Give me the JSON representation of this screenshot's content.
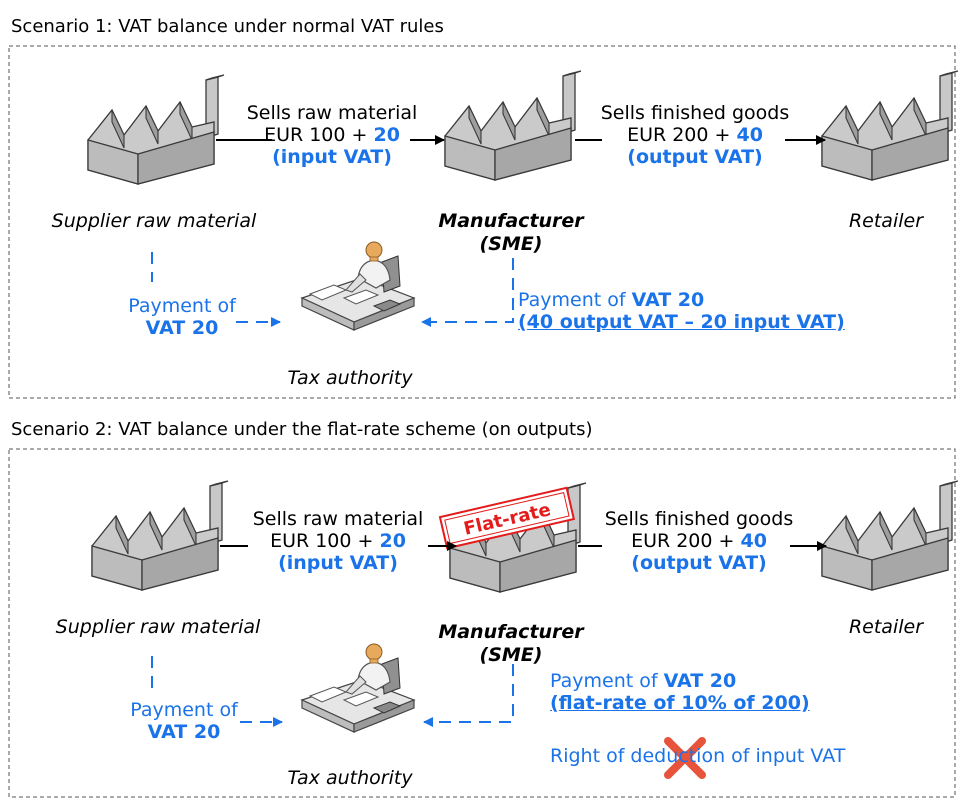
{
  "colors": {
    "blue_accent": "#1a73e8",
    "stamp_red": "#e31b1b",
    "cross_red": "#e8543b",
    "factory_face": "#c8c8c8",
    "factory_dark": "#9e9e9e"
  },
  "scenario1": {
    "title": "Scenario 1: VAT balance under normal VAT rules",
    "supplier_label": "Supplier raw material",
    "manufacturer_label_1": "Manufacturer",
    "manufacturer_label_2": "(SME)",
    "retailer_label": "Retailer",
    "sale1_line1": "Sells raw material",
    "sale1_amount": "EUR 100 + ",
    "sale1_vat": "20",
    "sale1_vat_type": "(input VAT)",
    "sale2_line1": "Sells finished goods",
    "sale2_amount": "EUR 200 + ",
    "sale2_vat": "40",
    "sale2_vat_type": "(output VAT)",
    "supplier_payment_1": "Payment of",
    "supplier_payment_2": "VAT 20",
    "manufacturer_payment_prefix": "Payment of ",
    "manufacturer_payment_vat": "VAT 20",
    "manufacturer_payment_detail": "(40 output VAT – 20 input VAT)",
    "tax_authority_label": "Tax authority"
  },
  "scenario2": {
    "title": "Scenario 2: VAT balance under the flat-rate scheme (on outputs)",
    "supplier_label": "Supplier raw material",
    "manufacturer_label_1": "Manufacturer",
    "manufacturer_label_2": "(SME)",
    "retailer_label": "Retailer",
    "flat_rate_stamp": "Flat-rate",
    "sale1_line1": "Sells raw material",
    "sale1_amount": "EUR 100 + ",
    "sale1_vat": "20",
    "sale1_vat_type": "(input VAT)",
    "sale2_line1": "Sells finished goods",
    "sale2_amount": "EUR 200 + ",
    "sale2_vat": "40",
    "sale2_vat_type": "(output VAT)",
    "supplier_payment_1": "Payment of",
    "supplier_payment_2": "VAT 20",
    "manufacturer_payment_prefix": "Payment of ",
    "manufacturer_payment_vat": "VAT 20",
    "manufacturer_payment_detail": "(flat-rate of 10% of 200)",
    "deduction_note": "Right of deduction of input VAT",
    "tax_authority_label": "Tax authority"
  }
}
